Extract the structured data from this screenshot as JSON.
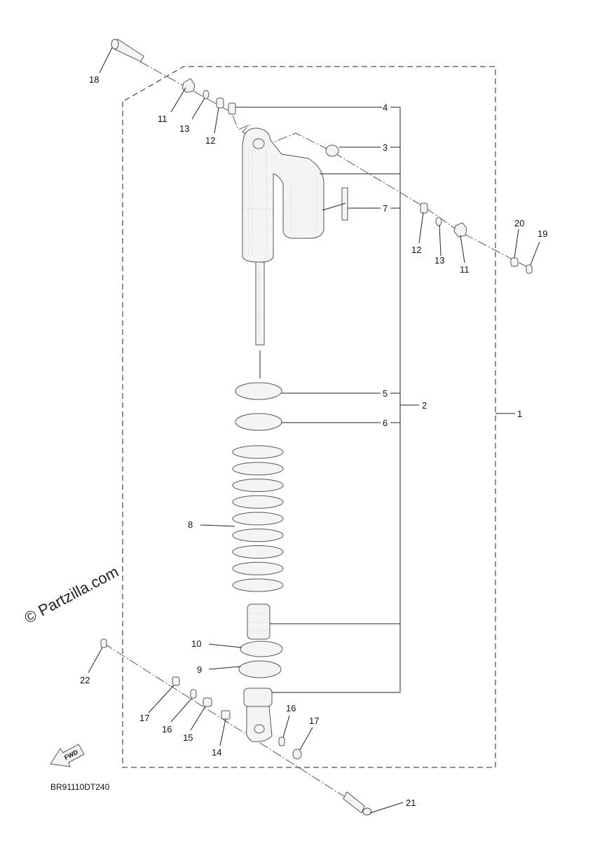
{
  "diagram": {
    "labels": {
      "p1": "1",
      "p2": "2",
      "p3": "3",
      "p4": "4",
      "p5": "5",
      "p6": "6",
      "p7": "7",
      "p8": "8",
      "p9": "9",
      "p10": "10",
      "p11a": "11",
      "p11b": "11",
      "p12a": "12",
      "p12b": "12",
      "p13a": "13",
      "p13b": "13",
      "p14": "14",
      "p15": "15",
      "p16a": "16",
      "p16b": "16",
      "p17a": "17",
      "p17b": "17",
      "p18": "18",
      "p19": "19",
      "p20": "20",
      "p21": "21",
      "p22": "22"
    },
    "code": "BR91110DT240",
    "watermark": "© Partzilla.com",
    "fwd": "FWD"
  }
}
